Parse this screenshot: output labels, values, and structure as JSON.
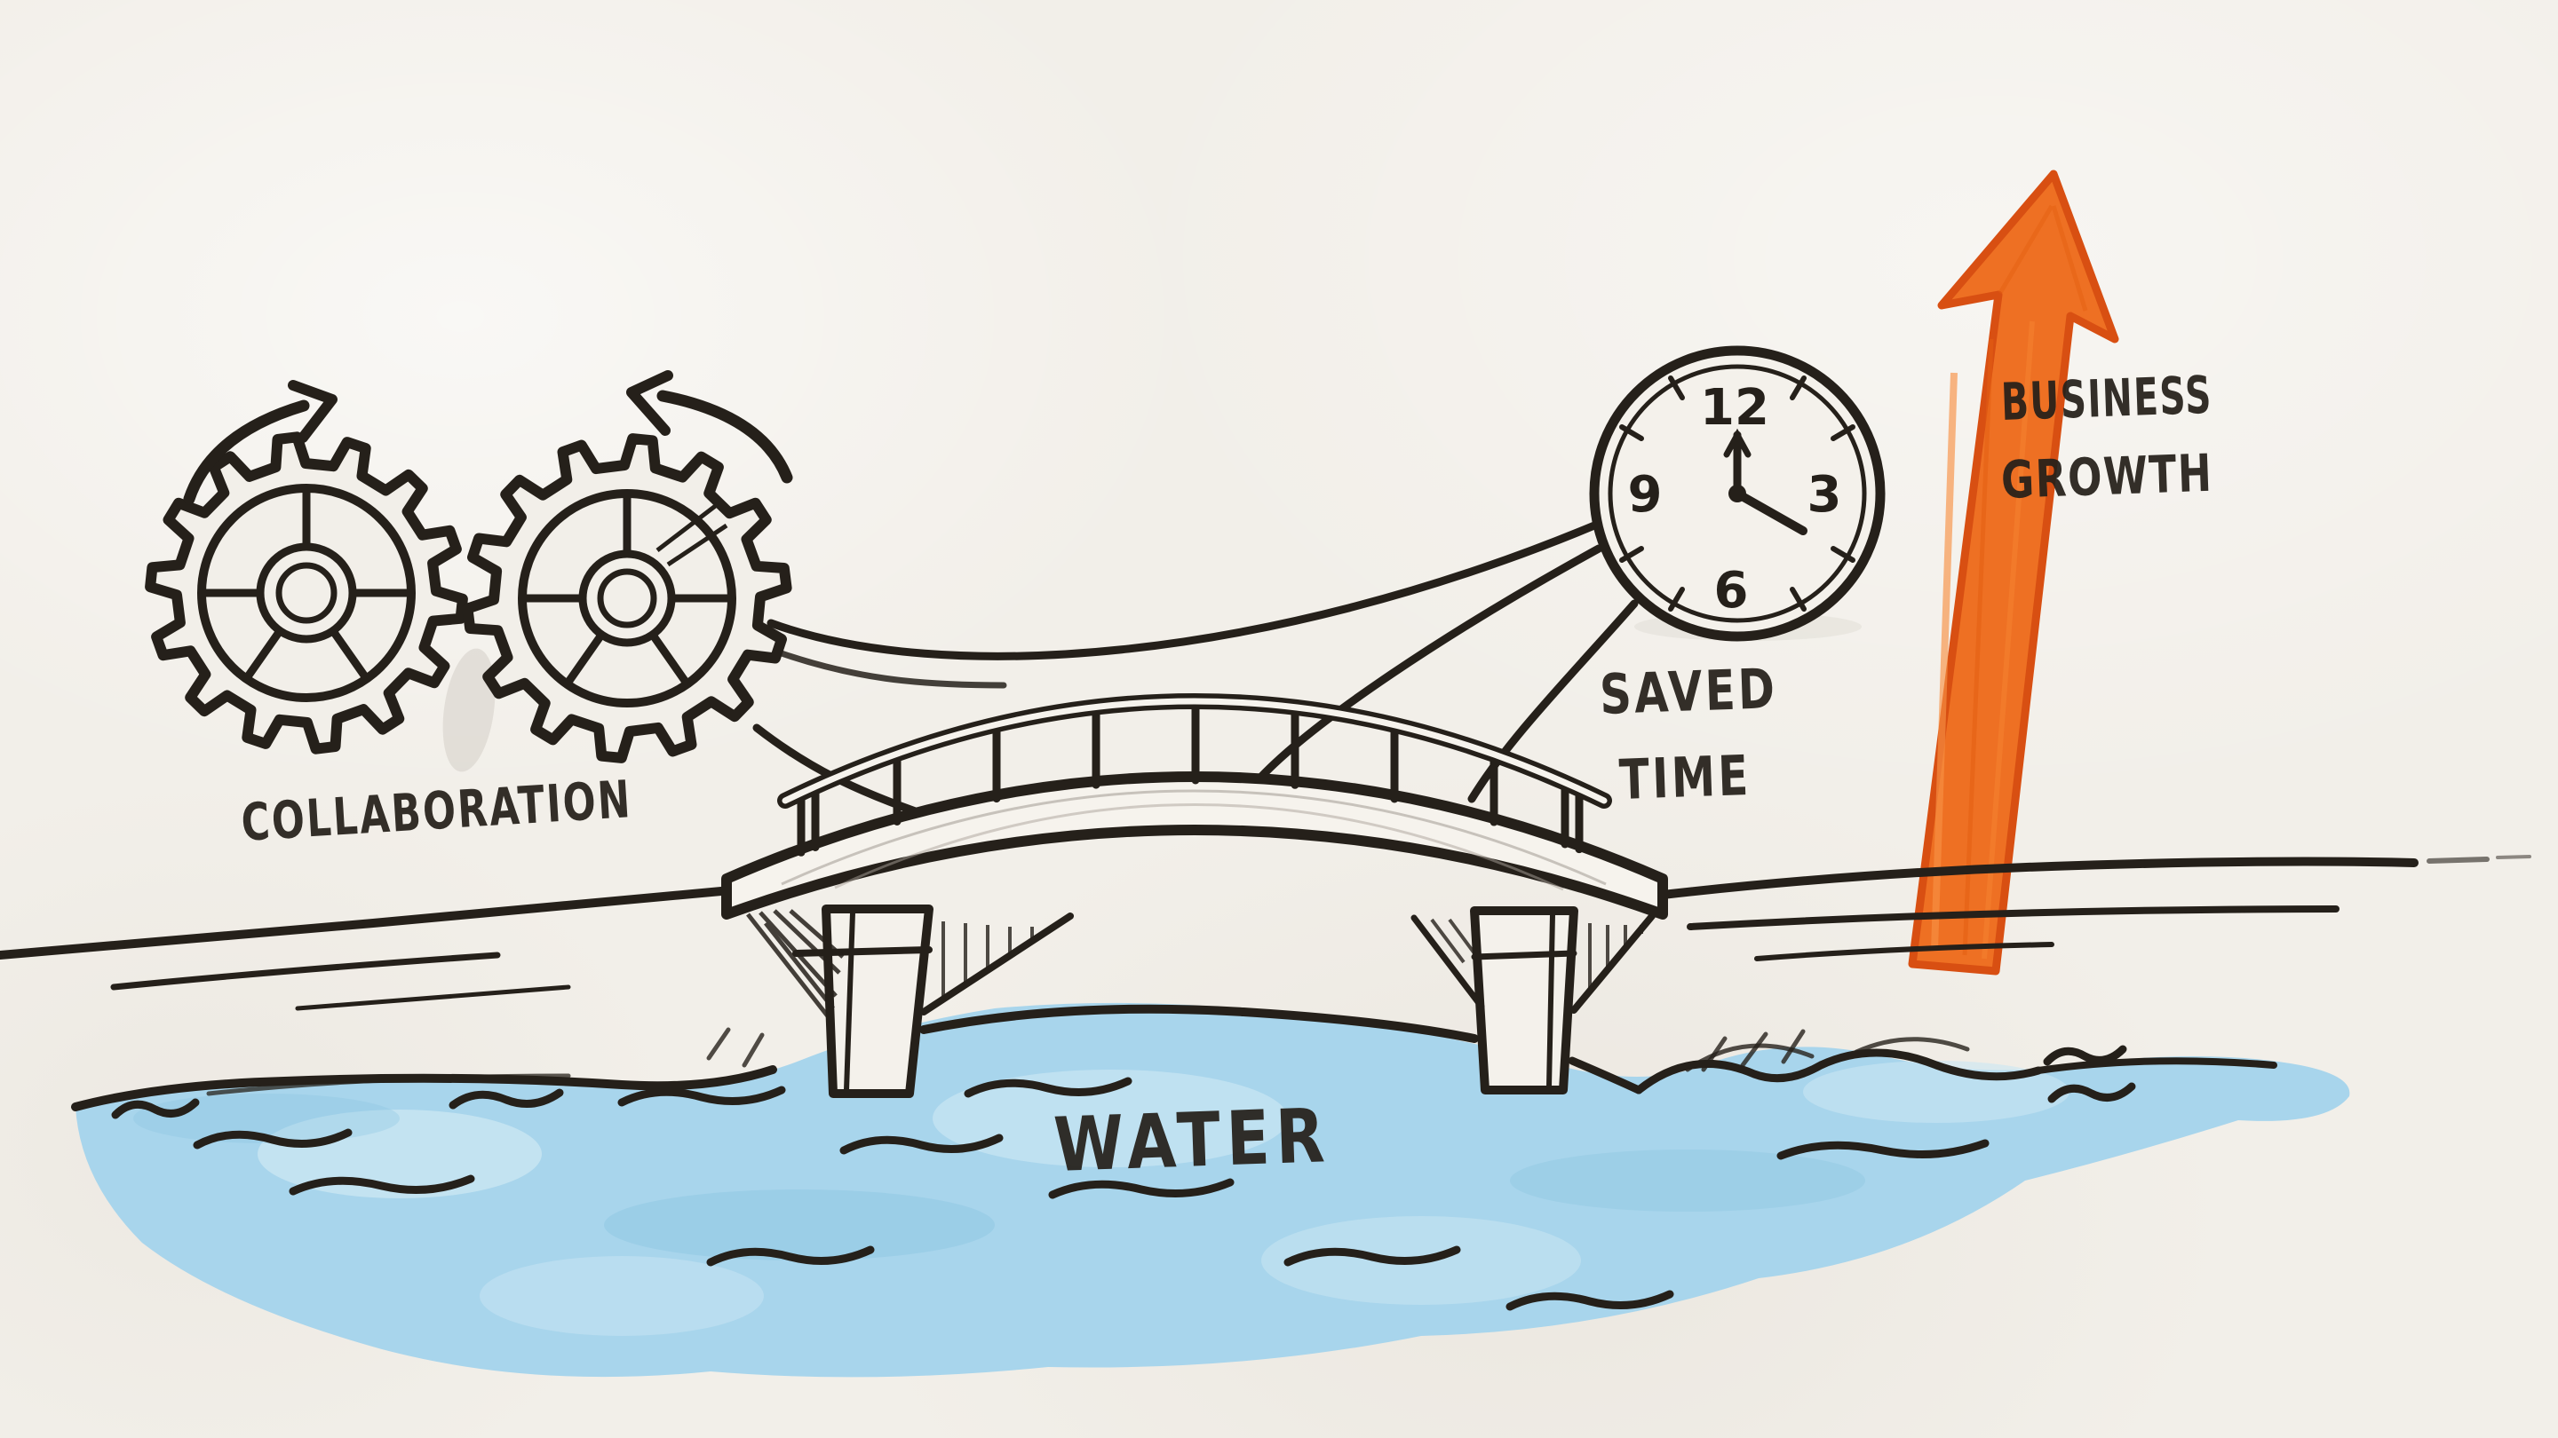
{
  "scene": {
    "style": "hand-drawn whiteboard marker sketch",
    "description": "Two meshed gears labeled COLLABORATION and a clock labeled SAVED TIME connect by curved lines to a bridge over WATER; a large orange arrow rises beside the label BUSINESS GROWTH."
  },
  "palette": {
    "paper": "#f2efe9",
    "ink": "#25201a",
    "water_fill": "#a8d5ec",
    "water_fill_light": "#c9e6f3",
    "water_fill_deep": "#8cc6e2",
    "growth_arrow_fill": "#ee7023",
    "growth_arrow_outline": "#d84f12"
  },
  "labels": {
    "collaboration": "COLLABORATION",
    "saved_time_line1": "SAVED",
    "saved_time_line2": "TIME",
    "business_growth_line1": "BUSINESS",
    "business_growth_line2": "GROWTH",
    "water": "WATER"
  },
  "clock": {
    "n12": "12",
    "n3": "3",
    "n6": "6",
    "n9": "9",
    "time_shown": "4:00",
    "minute_hand_points_to": "12",
    "hour_hand_points_to": "4"
  },
  "gears": {
    "count": 2,
    "left_rotation": "clockwise",
    "right_rotation": "counter-clockwise"
  },
  "connections": [
    {
      "from": "gears (collaboration)",
      "to": "clock (saved time)"
    },
    {
      "from": "gears (collaboration)",
      "to": "bridge"
    },
    {
      "from": "clock (saved time)",
      "to": "bridge"
    }
  ]
}
